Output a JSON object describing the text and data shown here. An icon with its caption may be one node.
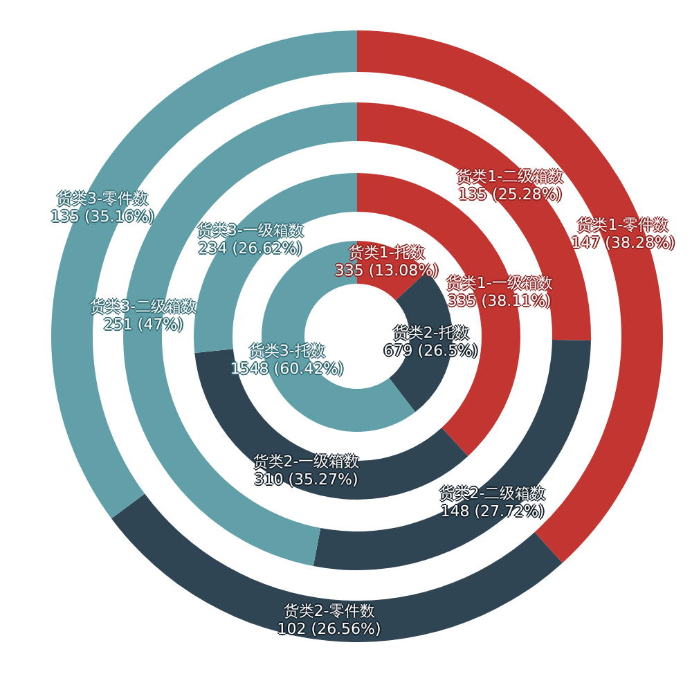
{
  "diagram": {
    "chart_data": {
      "type": "donut",
      "colors": [
        "#c23531",
        "#2f4554",
        "#61a0a8"
      ],
      "series": [
        {
          "values": [
            335,
            679,
            1548
          ],
          "value_labels": [
            "货类1-托数 335 (13.08%)",
            "货类2-托数 679 (26.5%)",
            "货类3-托数 1548 (60.42%)"
          ]
        },
        {
          "values": [
            335,
            310,
            234
          ],
          "value_labels": [
            "货类1-一级箱数 335 (38.11%)",
            "货类2-一级箱数 310 (35.27%)",
            "货类3-一级箱数 234 (26.62%)"
          ]
        },
        {
          "values": [
            135,
            148,
            251
          ],
          "value_labels": [
            "货类1-二级箱数 135 (25.28%)",
            "货类2-二级箱数 148 (27.72%)",
            "货类3-二级箱数 251 (47%)"
          ]
        },
        {
          "values": [
            147,
            102,
            135
          ],
          "value_labels": [
            "货类1-零件数 147 (38.28%)",
            "货类2-零件数 102 (26.56%)",
            "货类3-零件数 135 (35.16%)"
          ]
        }
      ]
    }
  }
}
